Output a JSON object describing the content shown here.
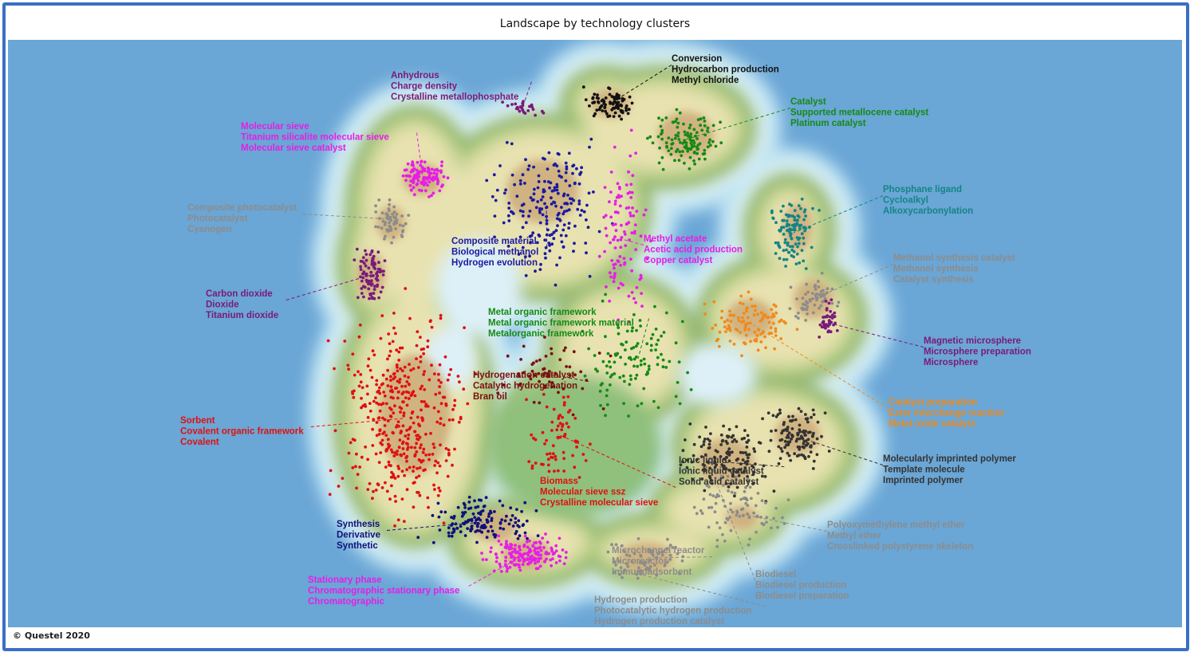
{
  "title": "Landscape by technology clusters",
  "footer": "© Questel 2020",
  "clusters": [
    {
      "color": "#7a1a7a",
      "labels": [
        "Anhydrous",
        "Charge density",
        "Crystalline metallophosphate"
      ]
    },
    {
      "color": "#111111",
      "labels": [
        "Conversion",
        "Hydrocarbon production",
        "Methyl chloride"
      ]
    },
    {
      "color": "#158a15",
      "labels": [
        "Catalyst",
        "Supported metallocene catalyst",
        "Platinum catalyst"
      ]
    },
    {
      "color": "#e61ee6",
      "labels": [
        "Molecular sieve",
        "Titanium silicalite molecular sieve",
        "Molecular sieve catalyst"
      ]
    },
    {
      "color": "#8c8c8c",
      "labels": [
        "Composite photocatalyst",
        "Photocatalyst",
        "Cyanogen"
      ]
    },
    {
      "color": "#138585",
      "labels": [
        "Phosphane ligand",
        "Cycloalkyl",
        "Alkoxycarbonylation"
      ]
    },
    {
      "color": "#1a1aa0",
      "labels": [
        "Composite material",
        "Biological methanol",
        "Hydrogen evolution"
      ]
    },
    {
      "color": "#e61ee6",
      "labels": [
        "Methyl acetate",
        "Acetic acid production",
        "Copper catalyst"
      ]
    },
    {
      "color": "#8c8c8c",
      "labels": [
        "Methanol synthesis catalyst",
        "Methanol synthesis",
        "Catalyst synthesis"
      ]
    },
    {
      "color": "#7a1a7a",
      "labels": [
        "Carbon dioxide",
        "Dioxide",
        "Titanium dioxide"
      ]
    },
    {
      "color": "#158a15",
      "labels": [
        "Metal organic framework",
        "Metal organic framework material",
        "Metalorganic framework"
      ]
    },
    {
      "color": "#7a1a7a",
      "labels": [
        "Magnetic microsphere",
        "Microsphere preparation",
        "Microsphere"
      ]
    },
    {
      "color": "#7a1010",
      "labels": [
        "Hydrogenation catalyst",
        "Catalytic hydrogenation",
        "Bran oil"
      ]
    },
    {
      "color": "#f08a1a",
      "labels": [
        "Catalyst preparation",
        "Ester interchange reaction",
        "Metal oxide catalyst"
      ]
    },
    {
      "color": "#e01010",
      "labels": [
        "Sorbent",
        "Covalent organic framework",
        "Covalent"
      ]
    },
    {
      "color": "#333333",
      "labels": [
        "Molecularly imprinted polymer",
        "Template molecule",
        "Imprinted polymer"
      ]
    },
    {
      "color": "#333333",
      "labels": [
        "Ionic liquid",
        "Ionic liquid catalyst",
        "Solid acid catalyst"
      ]
    },
    {
      "color": "#e01010",
      "labels": [
        "Biomass",
        "Molecular sieve ssz",
        "Crystalline molecular sieve"
      ]
    },
    {
      "color": "#10107a",
      "labels": [
        "Synthesis",
        "Derivative",
        "Synthetic"
      ]
    },
    {
      "color": "#8c8c8c",
      "labels": [
        "Polyoxymethylene methyl ether",
        "Methyl ether",
        "Crosslinked polystyrene skeleton"
      ]
    },
    {
      "color": "#e61ee6",
      "labels": [
        "Stationary phase",
        "Chromatographic stationary phase",
        "Chromatographic"
      ]
    },
    {
      "color": "#8c8c8c",
      "labels": [
        "Microchannel reactor",
        "Microreactor",
        "Immunoadsorbent"
      ]
    },
    {
      "color": "#8c8c8c",
      "labels": [
        "Biodiesel",
        "Biodiesel production",
        "Biodiesel preparation"
      ]
    },
    {
      "color": "#8c8c8c",
      "labels": [
        "Hydrogen production",
        "Photocatalytic hydrogen production",
        "Hydrogen production catalyst"
      ]
    }
  ]
}
